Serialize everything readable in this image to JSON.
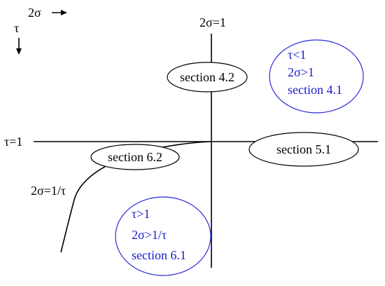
{
  "corner": {
    "sigma_label": "2σ",
    "tau_label": "τ"
  },
  "axes": {
    "vertical_label": "2σ=1",
    "horizontal_label": "τ=1"
  },
  "curve_label": "2σ=1/τ",
  "ellipses": {
    "top": "section 4.2",
    "right": "section 5.1",
    "left": "section 6.2"
  },
  "regions": {
    "upper_right": {
      "line1": "τ<1",
      "line2": "2σ>1",
      "line3": "section 4.1"
    },
    "lower_left": {
      "line1": "τ>1",
      "line2": "2σ>1/τ",
      "line3": "section 6.1"
    }
  },
  "colors": {
    "region_text": "#1a1acc",
    "region_border": "#2a2ad8",
    "lines": "#000000"
  }
}
